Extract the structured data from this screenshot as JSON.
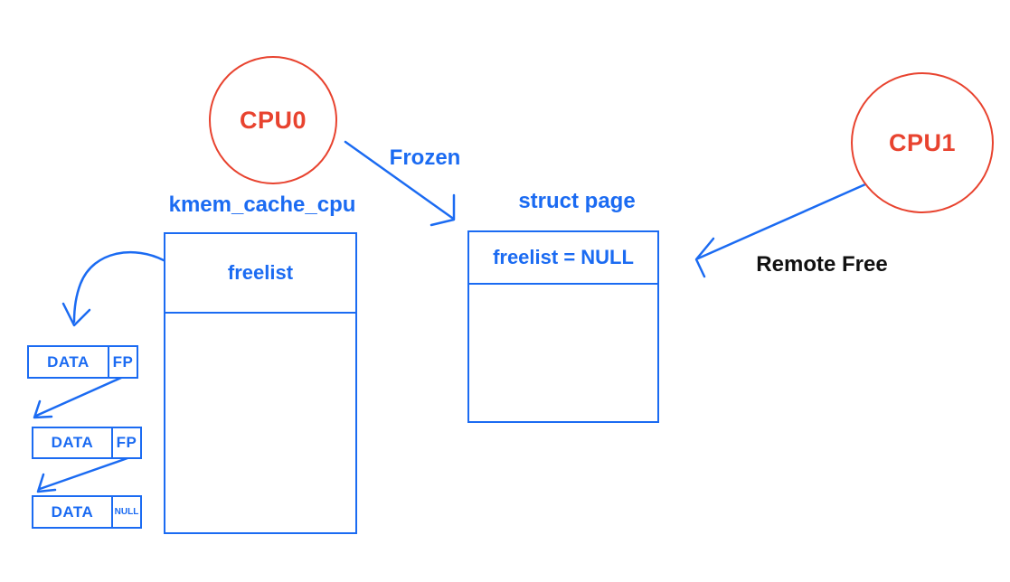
{
  "colors": {
    "blue": "#1b6bf2",
    "red": "#e8432f",
    "black": "#111111",
    "background": "#ffffff"
  },
  "cpu0": {
    "label": "CPU0"
  },
  "cpu1": {
    "label": "CPU1"
  },
  "edges": {
    "frozen_label": "Frozen",
    "remote_free_label": "Remote Free"
  },
  "kmem_cache_cpu": {
    "title": "kmem_cache_cpu",
    "field": "freelist"
  },
  "struct_page": {
    "title": "struct page",
    "field": "freelist = NULL"
  },
  "freelist_chain": [
    {
      "data": "DATA",
      "pointer": "FP"
    },
    {
      "data": "DATA",
      "pointer": "FP"
    },
    {
      "data": "DATA",
      "pointer": "NULL"
    }
  ]
}
